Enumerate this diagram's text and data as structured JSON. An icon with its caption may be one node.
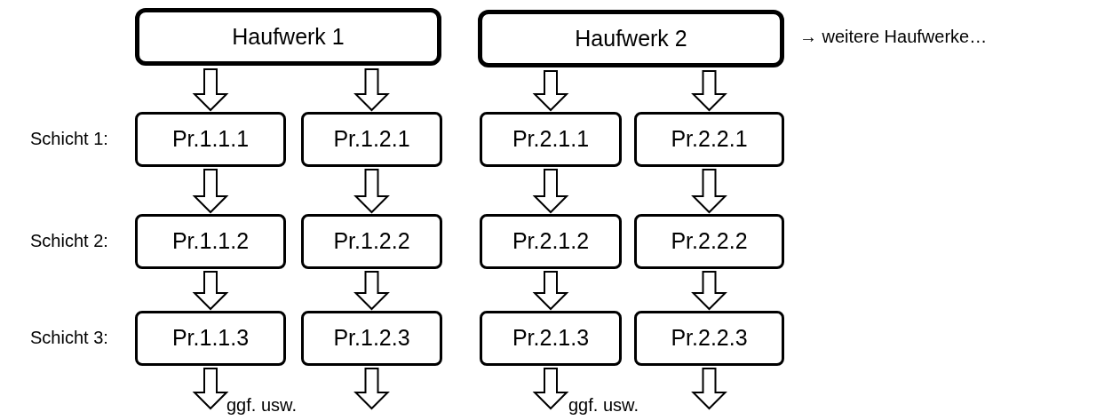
{
  "diagram": {
    "nodes": [
      {
        "text": [
          "Haufwerk 1"
        ]
      },
      {
        "text": [
          "Haufwerk 2"
        ]
      },
      {
        "text": [
          "Pr.1.1.1"
        ]
      },
      {
        "text": [
          "Pr.1.2.1"
        ]
      },
      {
        "text": [
          "Pr.2.1.1"
        ]
      },
      {
        "text": [
          "Pr.2.2.1"
        ]
      },
      {
        "text": [
          "Pr.1.1.2"
        ]
      },
      {
        "text": [
          "Pr.1.2.2"
        ]
      },
      {
        "text": [
          "Pr.2.1.2"
        ]
      },
      {
        "text": [
          "Pr.2.2.2"
        ]
      },
      {
        "text": [
          "Pr.1.1.3"
        ]
      },
      {
        "text": [
          "Pr.1.2.3"
        ]
      },
      {
        "text": [
          "Pr.2.1.3"
        ]
      },
      {
        "text": [
          "Pr.2.2.3"
        ]
      }
    ],
    "edges": [
      {
        "from": 0,
        "to": 2,
        "arrow": "to"
      },
      {
        "from": 0,
        "to": 3,
        "arrow": "to"
      },
      {
        "from": 1,
        "to": 4,
        "arrow": "to"
      },
      {
        "from": 1,
        "to": 5,
        "arrow": "to"
      },
      {
        "from": 2,
        "to": 6,
        "arrow": "to"
      },
      {
        "from": 3,
        "to": 7,
        "arrow": "to"
      },
      {
        "from": 4,
        "to": 8,
        "arrow": "to"
      },
      {
        "from": 5,
        "to": 9,
        "arrow": "to"
      },
      {
        "from": 6,
        "to": 10,
        "arrow": "to"
      },
      {
        "from": 7,
        "to": 11,
        "arrow": "to"
      },
      {
        "from": 8,
        "to": 12,
        "arrow": "to"
      },
      {
        "from": 9,
        "to": 13,
        "arrow": "to"
      },
      {
        "from": 10,
        "to": null,
        "arrow": "to"
      },
      {
        "from": 11,
        "to": null,
        "arrow": "to"
      },
      {
        "from": 12,
        "to": null,
        "arrow": "to"
      },
      {
        "from": 13,
        "to": null,
        "arrow": "to"
      }
    ],
    "labels": [
      "→ weitere Haufwerke…",
      "Schicht 1:",
      "Schicht 2:",
      "Schicht 3:",
      "ggf. usw.",
      "ggf. usw."
    ]
  }
}
